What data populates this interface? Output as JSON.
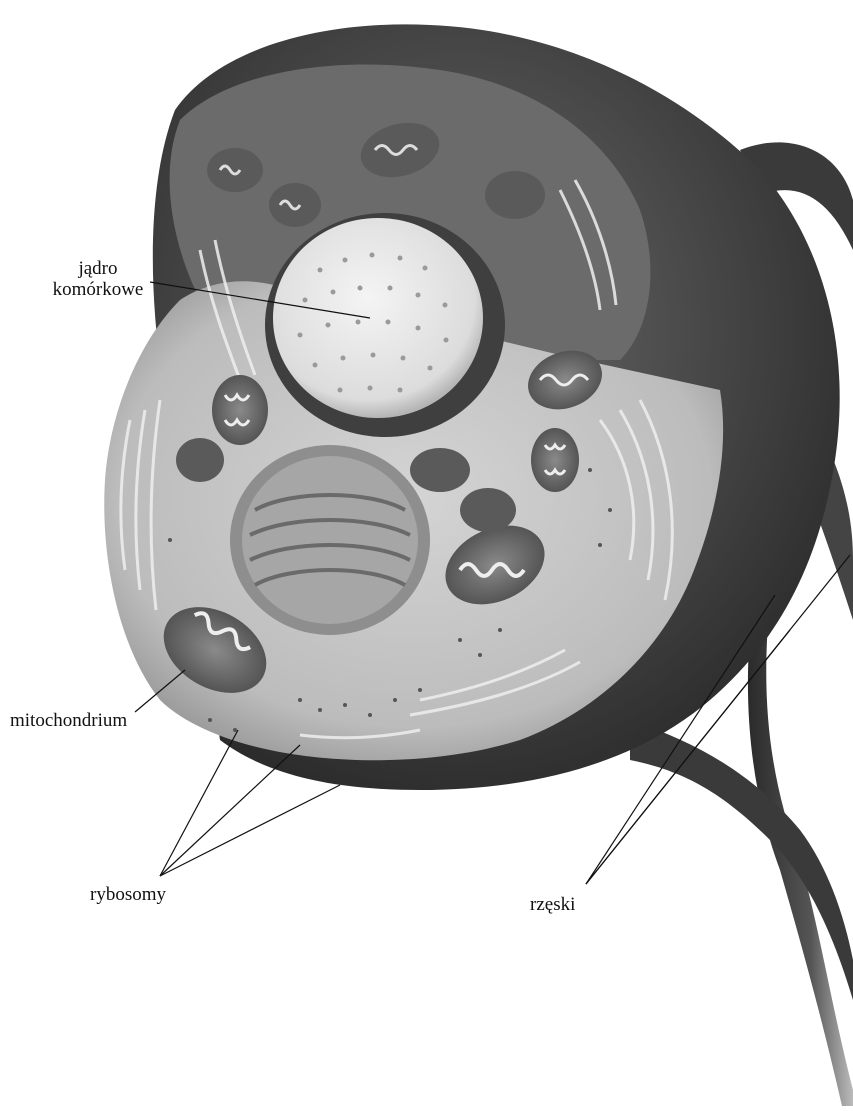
{
  "labels": {
    "nucleus_line1": "jądro",
    "nucleus_line2": "komórkowe",
    "mitochondrium": "mitochondrium",
    "rybosomy": "rybosomy",
    "rzeski": "rzęski"
  },
  "colors": {
    "outer_cell": "#3d3d3d",
    "cytoplasm": "#c9c9c9",
    "nucleus": "#e9e9e9",
    "organelle_dark": "#555555",
    "line": "#111111"
  }
}
